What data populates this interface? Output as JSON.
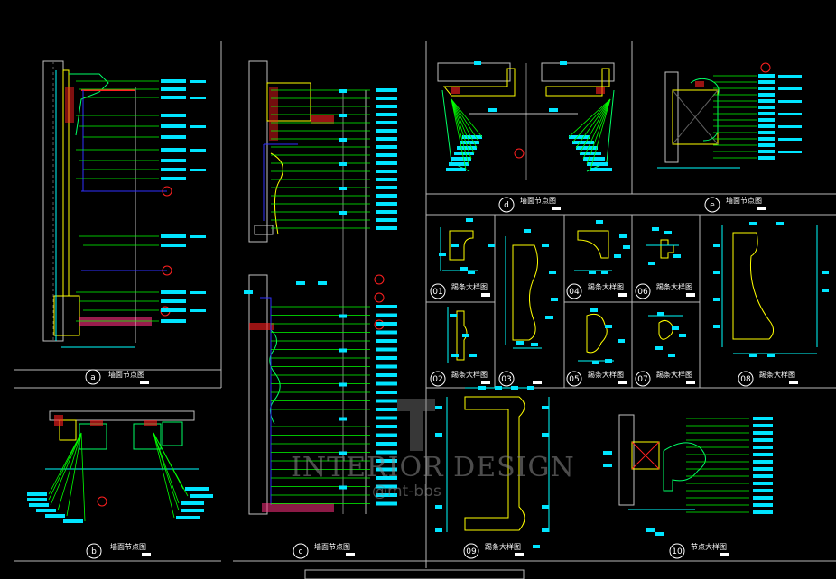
{
  "colors": {
    "background": "#000000",
    "frame": "#c0c0c0",
    "dimension": "#00ffff",
    "leader": "#00ff00",
    "detail": "#ffff00",
    "outline": "#00ff66",
    "hatch": "#ff4040",
    "axis": "#3030ff",
    "callout": "#ff2020",
    "tag": "#00e5ff"
  },
  "views": [
    {
      "id": "a",
      "title": "墙面节点图"
    },
    {
      "id": "b",
      "title": "墙面节点图"
    },
    {
      "id": "c",
      "title": "墙面节点图"
    },
    {
      "id": "d",
      "title": "墙面节点图"
    },
    {
      "id": "e",
      "title": "墙面节点图"
    },
    {
      "id": "01",
      "title": "踢条大样图"
    },
    {
      "id": "02",
      "title": "踢条大样图"
    },
    {
      "id": "03",
      "title": ""
    },
    {
      "id": "04",
      "title": "踢条大样图"
    },
    {
      "id": "05",
      "title": "踢条大样图"
    },
    {
      "id": "06",
      "title": "踢条大样图"
    },
    {
      "id": "07",
      "title": "踢条大样图"
    },
    {
      "id": "08",
      "title": "踢条大样图"
    },
    {
      "id": "09",
      "title": "踢条大样图"
    },
    {
      "id": "10",
      "title": "节点大样图"
    }
  ],
  "watermark": {
    "line1": "INTERIOR DESIGN",
    "line2": "@mt-bbs"
  }
}
